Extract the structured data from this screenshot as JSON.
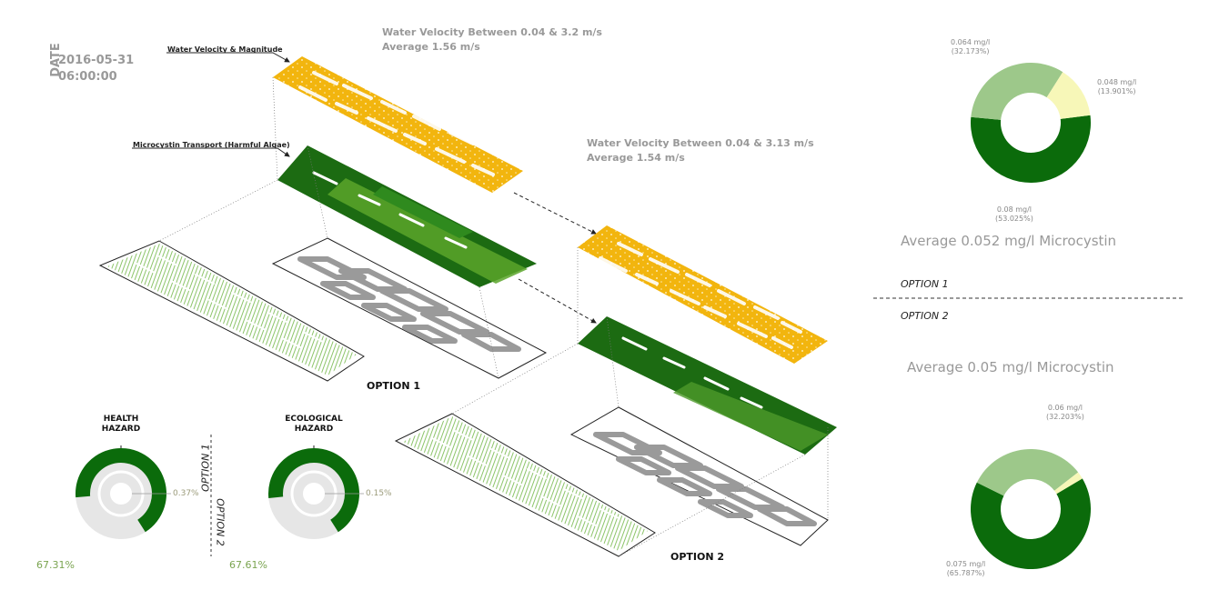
{
  "header": {
    "date_label": "DATE",
    "date_value": "2016-05-31",
    "time_value": "06:00:00"
  },
  "layers": {
    "velocity_label": "Water Velocity & Magnitude",
    "microcystin_label": "Microcystin Transport (Harmful Algae)"
  },
  "option1": {
    "label": "OPTION 1",
    "velocity_line1": "Water Velocity Between 0.04 & 3.2 m/s",
    "velocity_line2": "Average 1.56 m/s"
  },
  "option2": {
    "label": "OPTION 2",
    "velocity_line1": "Water Velocity Between 0.04 & 3.13 m/s",
    "velocity_line2": "Average 1.54 m/s"
  },
  "right_panel": {
    "option1_label": "OPTION 1",
    "option2_label": "OPTION 2",
    "avg1": "Average 0.052 mg/l Microcystin",
    "avg2": "Average 0.05 mg/l Microcystin"
  },
  "pie_option1": {
    "slices": [
      {
        "label": "0.08 mg/l",
        "pct": "(53.025%)",
        "value": 53.025,
        "color": "#0b6b0b"
      },
      {
        "label": "0.064 mg/l",
        "pct": "(32.173%)",
        "value": 32.173,
        "color": "#9dc88a"
      },
      {
        "label": "0.048 mg/l",
        "pct": "(13.901%)",
        "value": 13.901,
        "color": "#f7f7b8"
      }
    ]
  },
  "pie_option2": {
    "slices": [
      {
        "label": "0.075 mg/l",
        "pct": "(65.787%)",
        "value": 65.787,
        "color": "#0b6b0b"
      },
      {
        "label": "0.06 mg/l",
        "pct": "(32.203%)",
        "value": 32.203,
        "color": "#9dc88a"
      },
      {
        "label": "",
        "pct": "",
        "value": 2.0,
        "color": "#f7f7b8"
      }
    ]
  },
  "hazards": {
    "health": {
      "title_line1": "HEALTH",
      "title_line2": "HAZARD",
      "outer_pct": "67.31%",
      "inner_pct": "0.37%",
      "outer_value": 67.31,
      "inner_value": 0.37
    },
    "ecological": {
      "title_line1": "ECOLOGICAL",
      "title_line2": "HAZARD",
      "outer_pct": "67.61%",
      "inner_pct": "0.15%",
      "outer_value": 67.61,
      "inner_value": 0.15
    },
    "axis_option1": "OPTION 1",
    "axis_option2": "OPTION 2"
  },
  "colors": {
    "velocity": "#f2b50e",
    "microcystin_dark": "#1c6b12",
    "microcystin_light": "#5aa52a",
    "hatch_green": "#8cc46a",
    "donut_dark": "#0b6b0b",
    "donut_grey": "#e6e6e6"
  }
}
